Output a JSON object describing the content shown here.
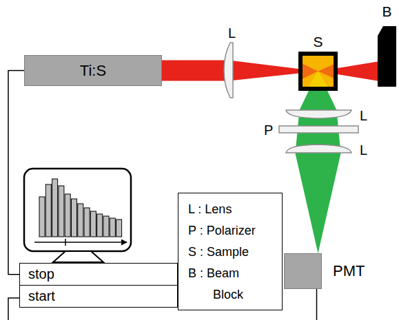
{
  "diagram": {
    "nodes": [
      {
        "text": [
          "Ti:S"
        ]
      },
      {
        "text": [
          "S"
        ]
      },
      {
        "text": [
          "B"
        ]
      },
      {
        "text": [
          "PMT"
        ]
      },
      {
        "text": [
          "L : Lens",
          "P : Polarizer",
          "S : Sample",
          "B : Beam Block"
        ]
      },
      {
        "text": [
          "stop",
          "start"
        ]
      }
    ],
    "edges": [
      {
        "from": 0,
        "to": 1,
        "arrow": "none"
      },
      {
        "from": 1,
        "to": 2,
        "arrow": "none"
      },
      {
        "from": 1,
        "to": 3,
        "arrow": "none"
      },
      {
        "from": 0,
        "to": 5,
        "arrow": "none"
      }
    ],
    "labels": [
      "L",
      "L",
      "P",
      "L"
    ]
  }
}
